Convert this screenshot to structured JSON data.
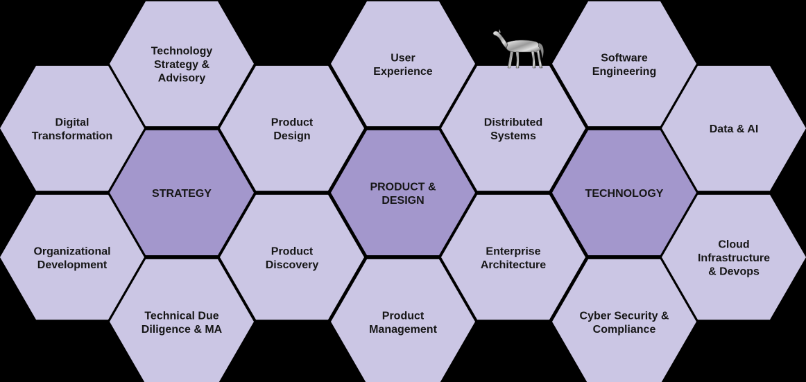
{
  "colors": {
    "background": "#000000",
    "hex_light": "#cbc6e4",
    "hex_core": "#a397cc",
    "text": "#161616"
  },
  "hexagons": [
    {
      "id": "digital-transformation",
      "kind": "light",
      "lines": [
        "Digital",
        "Transformation"
      ]
    },
    {
      "id": "organizational-development",
      "kind": "light",
      "lines": [
        "Organizational",
        "Development"
      ]
    },
    {
      "id": "technology-strategy-advisory",
      "kind": "light",
      "lines": [
        "Technology",
        "Strategy &",
        "Advisory"
      ]
    },
    {
      "id": "strategy",
      "kind": "core",
      "lines": [
        "STRATEGY"
      ]
    },
    {
      "id": "technical-due-diligence",
      "kind": "light",
      "lines": [
        "Technical Due",
        "Diligence & MA"
      ]
    },
    {
      "id": "product-design",
      "kind": "light",
      "lines": [
        "Product",
        "Design"
      ]
    },
    {
      "id": "product-discovery",
      "kind": "light",
      "lines": [
        "Product",
        "Discovery"
      ]
    },
    {
      "id": "user-experience",
      "kind": "light",
      "lines": [
        "User",
        "Experience"
      ]
    },
    {
      "id": "product-and-design",
      "kind": "core",
      "lines": [
        "PRODUCT &",
        "DESIGN"
      ]
    },
    {
      "id": "product-management",
      "kind": "light",
      "lines": [
        "Product",
        "Management"
      ]
    },
    {
      "id": "distributed-systems",
      "kind": "light",
      "lines": [
        "Distributed",
        "Systems"
      ]
    },
    {
      "id": "enterprise-architecture",
      "kind": "light",
      "lines": [
        "Enterprise",
        "Architecture"
      ]
    },
    {
      "id": "software-engineering",
      "kind": "light",
      "lines": [
        "Software",
        "Engineering"
      ]
    },
    {
      "id": "technology",
      "kind": "core",
      "lines": [
        "TECHNOLOGY"
      ]
    },
    {
      "id": "cyber-security-compliance",
      "kind": "light",
      "lines": [
        "Cyber Security &",
        "Compliance"
      ]
    },
    {
      "id": "data-and-ai",
      "kind": "light",
      "lines": [
        "Data & AI"
      ]
    },
    {
      "id": "cloud-infrastructure-devops",
      "kind": "light",
      "lines": [
        "Cloud",
        "Infrastructure",
        "& Devops"
      ]
    }
  ],
  "horse_icon": "horse-icon"
}
